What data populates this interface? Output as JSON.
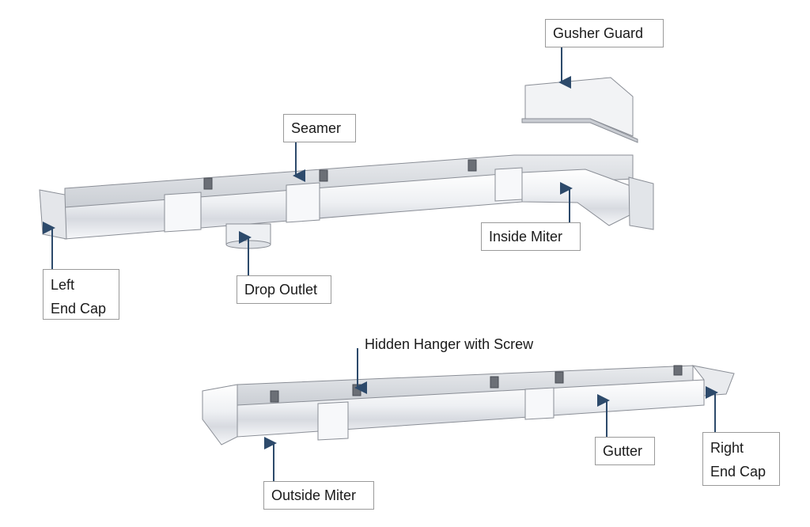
{
  "labels": {
    "gusher_guard": "Gusher Guard",
    "seamer": "Seamer",
    "inside_miter": "Inside Miter",
    "left_end_cap": [
      "Left",
      "End Cap"
    ],
    "drop_outlet": "Drop Outlet",
    "hidden_hanger": "Hidden Hanger with Screw",
    "gutter": "Gutter",
    "right_end_cap": [
      "Right",
      "End Cap"
    ],
    "outside_miter": "Outside Miter"
  },
  "colors": {
    "arrow": "#2d4a6b",
    "gutter_face": "#f4f5f7",
    "gutter_shade": "#c9ccd2",
    "back_panel": "#dcdfe4",
    "outline": "#8a8e96",
    "hanger": "#6b6f76"
  }
}
